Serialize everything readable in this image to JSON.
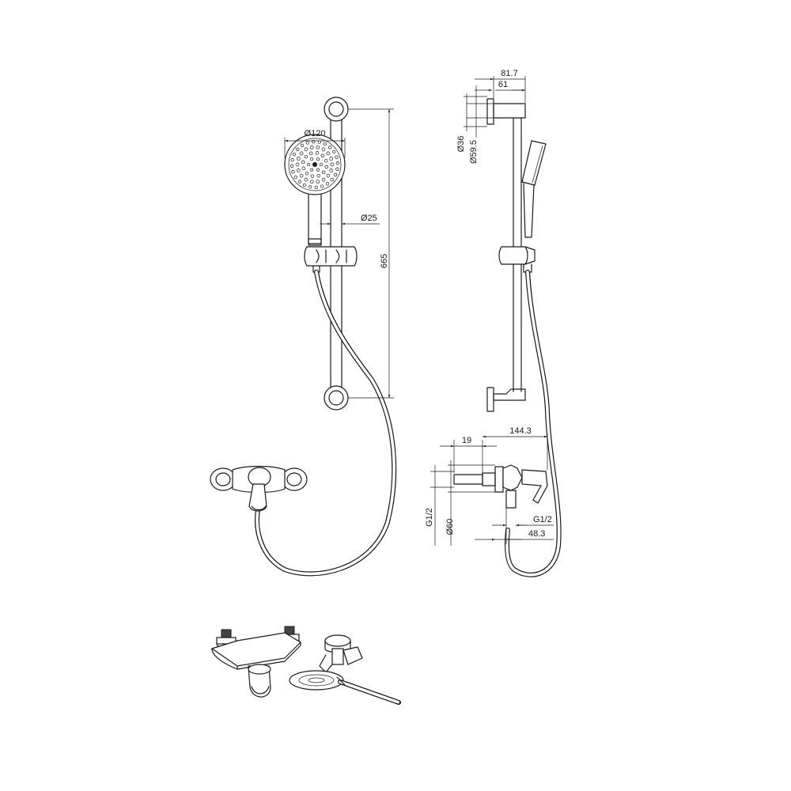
{
  "front_view": {
    "head_diameter": "Ø120",
    "rail_diameter": "Ø25",
    "rail_length": "665"
  },
  "side_view": {
    "projection_total": "81.7",
    "projection_bracket": "61",
    "bracket_diameter": "Ø36",
    "rose_diameter": "Ø59.5"
  },
  "mixer_side_view": {
    "inlet_depth": "19",
    "overall_depth": "144.3",
    "inlet_thread": "G1/2",
    "rose_diameter": "Ø60",
    "outlet_thread": "G1/2",
    "outlet_depth": "48.3"
  }
}
